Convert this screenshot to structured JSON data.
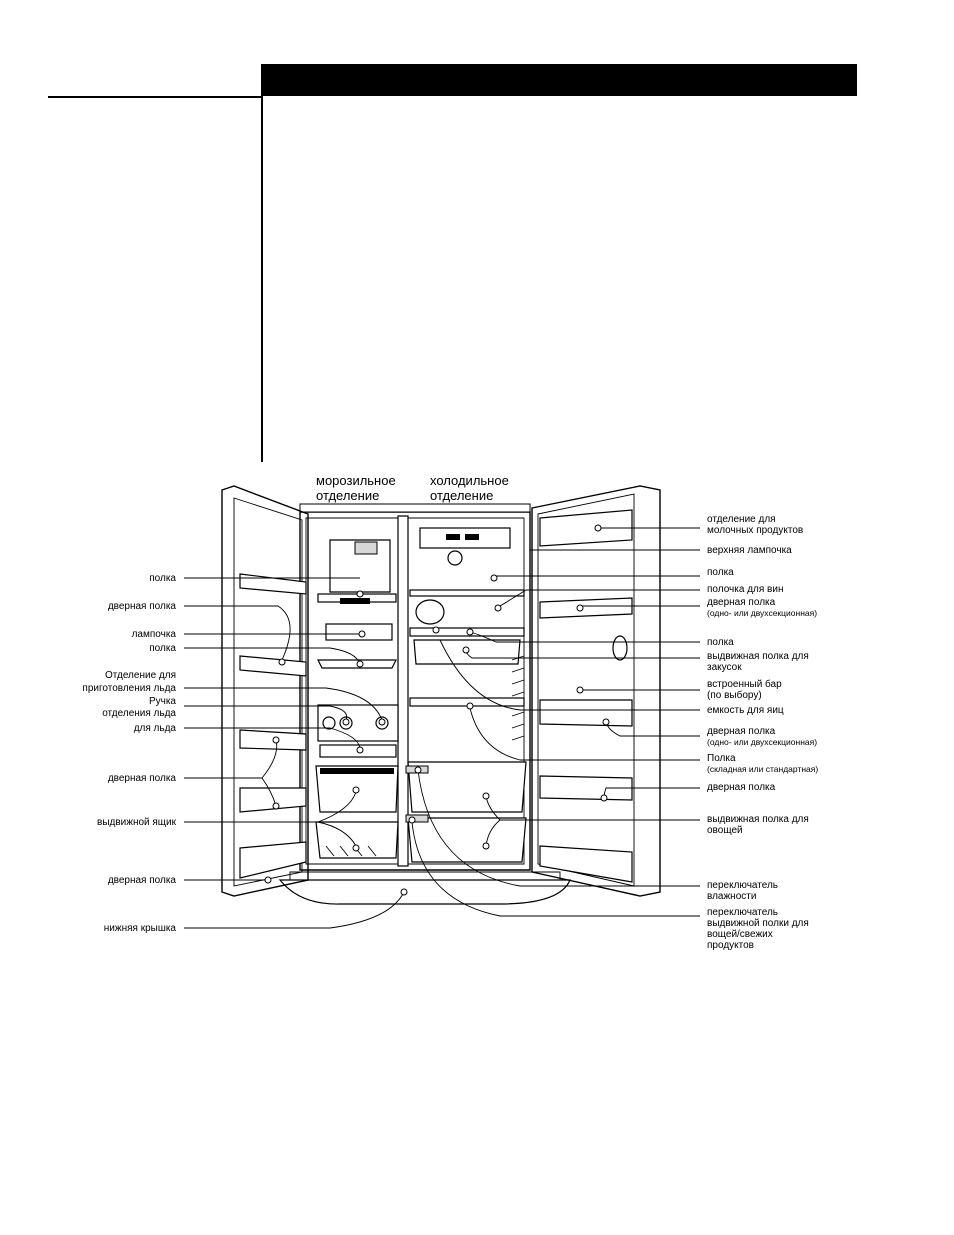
{
  "header": {
    "title": ""
  },
  "diagram": {
    "compartments": [
      {
        "id": "freezer",
        "line1": "морозильное",
        "line2": "отделение"
      },
      {
        "id": "fridge",
        "line1": "холодильное",
        "line2": "отделение"
      }
    ],
    "left_labels": [
      {
        "id": "shelf",
        "lines": [
          "полка"
        ]
      },
      {
        "id": "door-shelf-1",
        "lines": [
          "дверная полка"
        ]
      },
      {
        "id": "lamp",
        "lines": [
          "лампочка"
        ]
      },
      {
        "id": "shelf-2",
        "lines": [
          "полка"
        ]
      },
      {
        "id": "ice-maker",
        "lines": [
          "Отделение для",
          "приготовления льда"
        ]
      },
      {
        "id": "ice-handle",
        "lines": [
          "Ручка",
          "отделения льда"
        ]
      },
      {
        "id": "ice-bin",
        "lines": [
          "для льда"
        ]
      },
      {
        "id": "door-shelf-2",
        "lines": [
          "дверная полка"
        ]
      },
      {
        "id": "drawer",
        "lines": [
          "выдвижной ящик"
        ]
      },
      {
        "id": "door-shelf-3",
        "lines": [
          "дверная полка"
        ]
      },
      {
        "id": "bottom-cover",
        "lines": [
          "нижняя крышка"
        ]
      }
    ],
    "right_labels": [
      {
        "id": "dairy",
        "lines": [
          "отделение для",
          "молочных продуктов"
        ]
      },
      {
        "id": "top-lamp",
        "lines": [
          "верхняя лампочка"
        ]
      },
      {
        "id": "shelf-r1",
        "lines": [
          "полка"
        ]
      },
      {
        "id": "wine-shelf",
        "lines": [
          "полочка для вин"
        ]
      },
      {
        "id": "door-shelf-r1",
        "lines": [
          "дверная полка",
          "(одно- или двухсекционная)"
        ]
      },
      {
        "id": "shelf-r2",
        "lines": [
          "полка"
        ]
      },
      {
        "id": "snack-drawer",
        "lines": [
          "выдвижная полка для",
          "закусок"
        ]
      },
      {
        "id": "home-bar",
        "lines": [
          "встроенный бар",
          "(по выбору)"
        ]
      },
      {
        "id": "egg-box",
        "lines": [
          "емкость для яиц"
        ]
      },
      {
        "id": "door-shelf-r2",
        "lines": [
          "дверная полка",
          "(одно- или двухсекционная)"
        ]
      },
      {
        "id": "shelf-fold",
        "lines": [
          "Полка",
          "(складная или стандартная)"
        ]
      },
      {
        "id": "door-shelf-r3",
        "lines": [
          "дверная полка"
        ]
      },
      {
        "id": "veg-drawer",
        "lines": [
          "выдвижная полка для",
          "овощей"
        ]
      },
      {
        "id": "humidity",
        "lines": [
          "переключатель",
          "влажности"
        ]
      },
      {
        "id": "drawer-switch",
        "lines": [
          "переключатель",
          "выдвижной полки для",
          "вощей/свежих",
          "продуктов"
        ]
      }
    ]
  }
}
